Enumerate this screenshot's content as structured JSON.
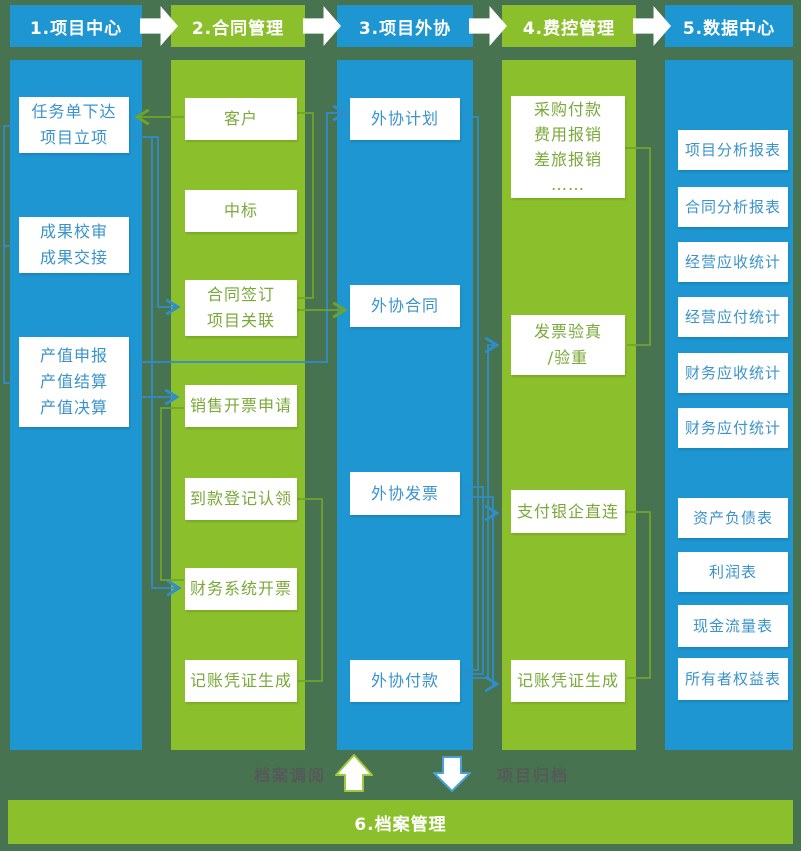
{
  "palette": {
    "background": "#477350",
    "column_blue": "#1e96d2",
    "column_green": "#8bc02c",
    "box_text_blue": "#3a93cc",
    "box_text_green": "#7aa93a",
    "connector_blue": "#2f8dc9",
    "connector_green": "#6fa42b",
    "header_text": "#ffffff",
    "footer_label_text": "#555a58"
  },
  "columns": [
    {
      "header": "1.项目中心",
      "theme": "blue",
      "boxes": [
        {
          "label": "任务单下达\n项目立项"
        },
        {
          "label": "成果校审\n成果交接"
        },
        {
          "label": "产值申报\n产值结算\n产值决算"
        }
      ]
    },
    {
      "header": "2.合同管理",
      "theme": "green",
      "boxes": [
        {
          "label": "客户"
        },
        {
          "label": "中标"
        },
        {
          "label": "合同签订\n项目关联"
        },
        {
          "label": "销售开票申请"
        },
        {
          "label": "到款登记认领"
        },
        {
          "label": "财务系统开票"
        },
        {
          "label": "记账凭证生成"
        }
      ]
    },
    {
      "header": "3.项目外协",
      "theme": "blue",
      "boxes": [
        {
          "label": "外协计划"
        },
        {
          "label": "外协合同"
        },
        {
          "label": "外协发票"
        },
        {
          "label": "外协付款"
        }
      ]
    },
    {
      "header": "4.费控管理",
      "theme": "green",
      "boxes": [
        {
          "label": "采购付款\n费用报销\n差旅报销\n……"
        },
        {
          "label": "发票验真\n/验重"
        },
        {
          "label": "支付银企直连"
        },
        {
          "label": "记账凭证生成"
        }
      ]
    },
    {
      "header": "5.数据中心",
      "theme": "blue",
      "boxes": [
        {
          "label": "项目分析报表"
        },
        {
          "label": "合同分析报表"
        },
        {
          "label": "经营应收统计"
        },
        {
          "label": "经营应付统计"
        },
        {
          "label": "财务应收统计"
        },
        {
          "label": "财务应付统计"
        },
        {
          "label": "资产负债表"
        },
        {
          "label": "利润表"
        },
        {
          "label": "现金流量表"
        },
        {
          "label": "所有者权益表"
        }
      ]
    }
  ],
  "footer": {
    "archive_view_label": "档案调阅",
    "project_archive_label": "项目归档",
    "archive_bar_label": "6.档案管理"
  }
}
